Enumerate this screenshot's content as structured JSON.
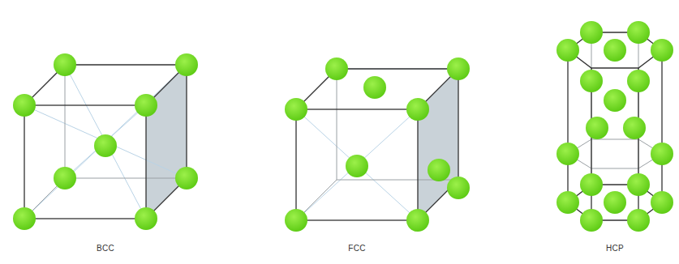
{
  "diagram": {
    "labels": [
      "BCC",
      "FCC",
      "HCP"
    ]
  }
}
